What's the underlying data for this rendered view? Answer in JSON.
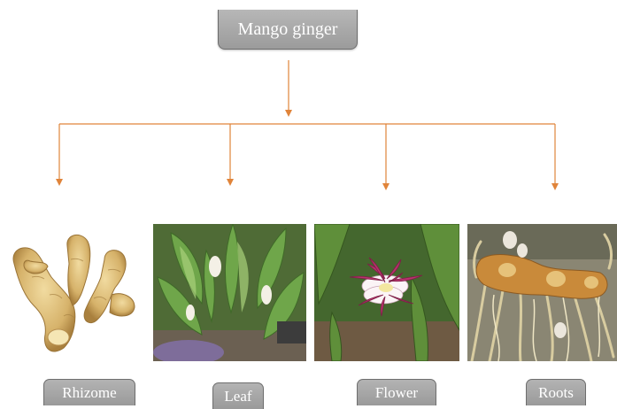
{
  "root": {
    "label": "Mango ginger"
  },
  "parts": [
    {
      "label": "Rhizome",
      "picture": "rhizome-photo"
    },
    {
      "label": "Leaf",
      "picture": "leaf-photo"
    },
    {
      "label": "Flower",
      "picture": "flower-photo"
    },
    {
      "label": "Roots",
      "picture": "roots-photo"
    }
  ],
  "colors": {
    "connector": "#e0843a",
    "box_fill": "#a8a8a8",
    "box_border": "#6e6e6e",
    "box_text": "#ffffff"
  }
}
